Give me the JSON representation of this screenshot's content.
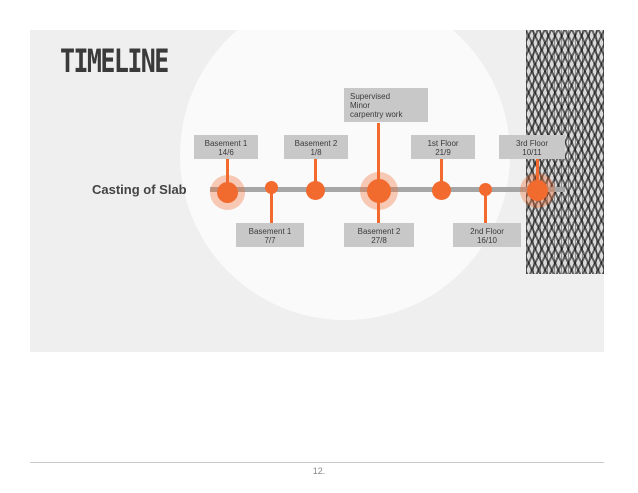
{
  "slide": {
    "title": "TIMELINE",
    "row_label": "Casting of Slab",
    "events_above": [
      {
        "name": "Basement 1",
        "date": "14/6"
      },
      {
        "name": "Basement 2",
        "date": "1/8"
      },
      {
        "lines": [
          "Supervised",
          "Minor",
          "carpentry work"
        ]
      },
      {
        "name": "1st Floor",
        "date": "21/9"
      },
      {
        "name": "3rd Floor",
        "date": "10/11"
      }
    ],
    "events_below": [
      {
        "name": "Basement 1",
        "date": "7/7"
      },
      {
        "name": "Basement 2",
        "date": "27/8"
      },
      {
        "name": "2nd Floor",
        "date": "16/10"
      }
    ]
  },
  "footer": {
    "page_number": "12."
  },
  "colors": {
    "accent": "#f26a2e",
    "card": "#c8c8c8",
    "bar": "#a6a6a6"
  }
}
